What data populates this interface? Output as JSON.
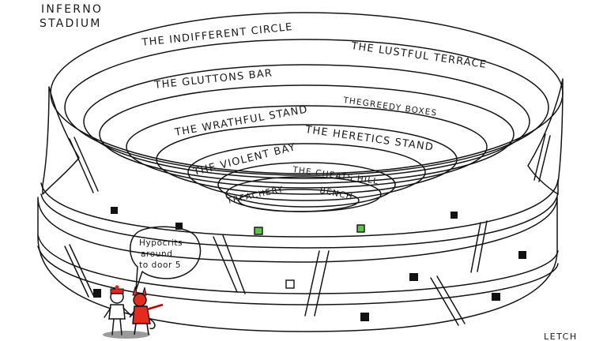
{
  "title": {
    "line1": "INFERNO",
    "line2": "STADIUM"
  },
  "tiers": [
    "THE INDIFFERENT CIRCLE",
    "THE LUSTFUL TERRACE",
    "THE GLUTTONS BAR",
    "THEGREEDY BOXES",
    "THE WRATHFUL STAND",
    "THE HERETICS STAND",
    "THE VIOLENT BAY",
    "THE CHEATS HILL",
    "TREACHERY",
    "BENCH"
  ],
  "speech_bubble": {
    "line1": "Hypocrits",
    "line2": "around",
    "line3": "to door 5"
  },
  "signature": "LETCH",
  "colors": {
    "outer_rim": "#ef9a9e",
    "ring_a": "#e06b70",
    "ring_b": "#f0a0a4",
    "ring_c": "#e05e63",
    "ring_d": "#d44a50",
    "ring_e": "#c8383e",
    "ring_f": "#b8262c",
    "pitch": "#5cc24a",
    "devil": "#e52a20",
    "bubble": "#f3a6a8"
  },
  "icons": {
    "devil": "devil-figure",
    "person": "person-figure"
  }
}
